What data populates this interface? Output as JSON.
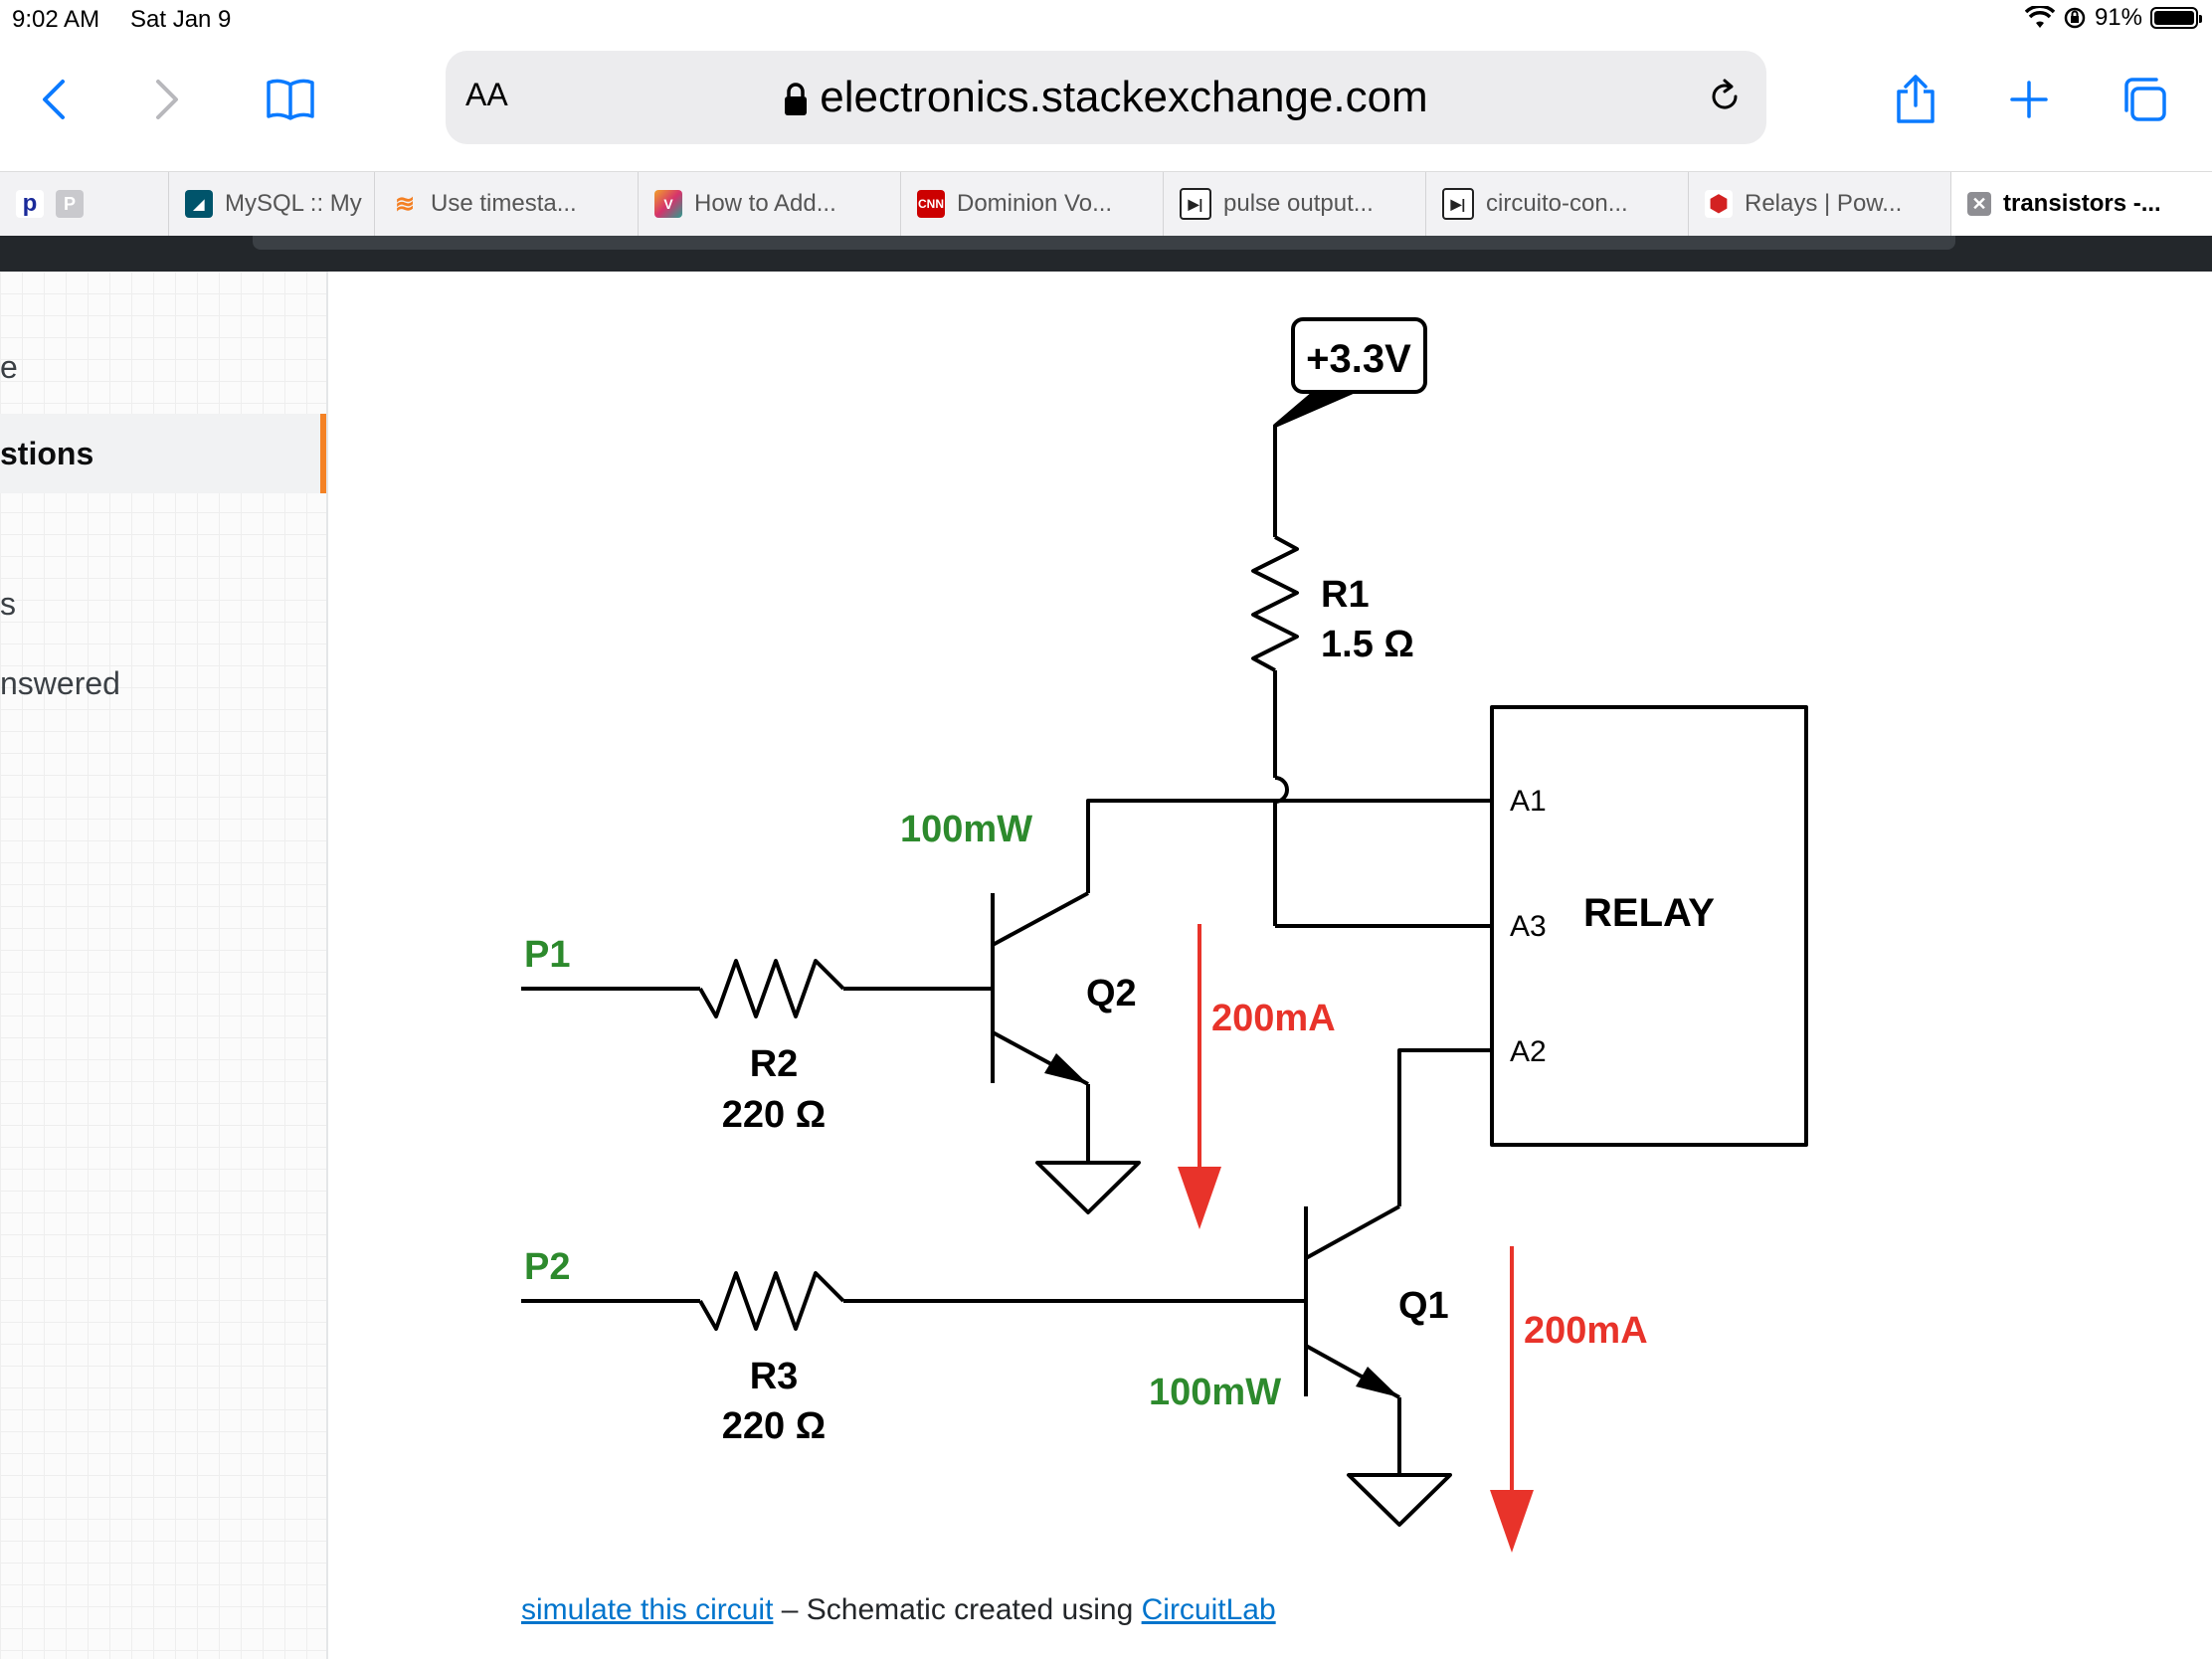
{
  "status_bar": {
    "time": "9:02 AM",
    "date": "Sat Jan 9",
    "battery": "91%"
  },
  "toolbar": {
    "text_size_label": "AA",
    "url_host": "electronics.stackexchange.com"
  },
  "tabs": [
    {
      "label": "MySQL :: My"
    },
    {
      "label": "Use timesta..."
    },
    {
      "label": "How to Add..."
    },
    {
      "label": "Dominion Vo..."
    },
    {
      "label": "pulse output..."
    },
    {
      "label": "circuito-con..."
    },
    {
      "label": "Relays | Pow..."
    },
    {
      "label": "transistors -..."
    }
  ],
  "sidebar": {
    "items": [
      {
        "label": "e"
      },
      {
        "label": "stions"
      },
      {
        "label": "s"
      },
      {
        "label": "nswered"
      }
    ]
  },
  "schematic": {
    "supply": "+3.3V",
    "r1_name": "R1",
    "r1_value": "1.5 Ω",
    "r2_name": "R2",
    "r2_value": "220 Ω",
    "r3_name": "R3",
    "r3_value": "220 Ω",
    "q1_name": "Q1",
    "q2_name": "Q2",
    "p1_label": "P1",
    "p2_label": "P2",
    "power_q2": "100mW",
    "power_q1": "100mW",
    "current_q2": "200mA",
    "current_q1": "200mA",
    "relay_label": "RELAY",
    "pin_a1": "A1",
    "pin_a3": "A3",
    "pin_a2": "A2"
  },
  "caption": {
    "simulate_link": "simulate this circuit",
    "text": " – Schematic created using ",
    "circuitlab_link": "CircuitLab"
  },
  "colors": {
    "accent_blue": "#0a7aff",
    "green_label": "#2d8a2d",
    "red_current": "#e8332a",
    "sidebar_marker": "#f48225"
  }
}
